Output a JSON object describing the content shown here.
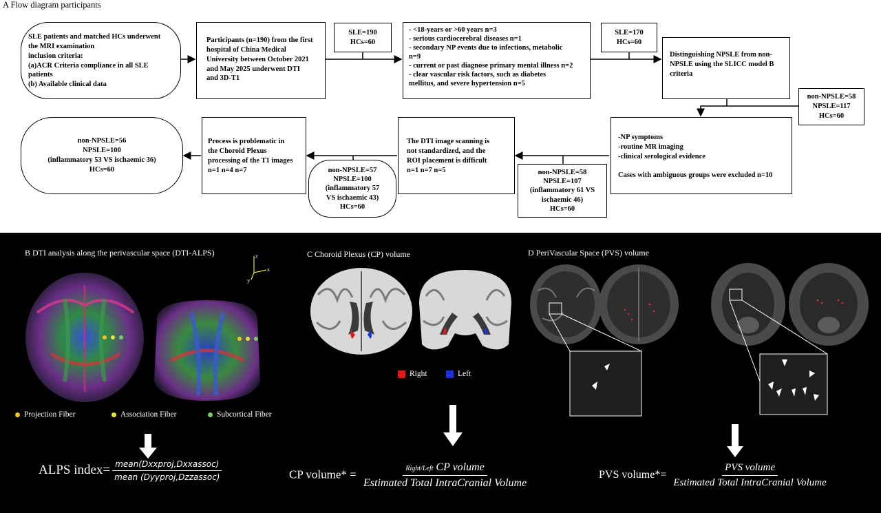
{
  "panel_a": {
    "title": "A  Flow diagram participants",
    "inclusion": [
      "SLE patients and matched HCs underwent",
      "the MRI examination",
      "inclusion criteria:",
      "(a)ACR Criteria compliance in all SLE",
      "patients",
      "(b) Available clinical data"
    ],
    "participants": [
      "Participants (n=190) from the first",
      "hospital of China Medical",
      "University between October 2021",
      "and May 2025 underwent DTI",
      "and 3D-T1"
    ],
    "count1": [
      "SLE=190",
      "HCs=60"
    ],
    "exclusion1": [
      "- <18-years or >60 years n=3",
      "- serious cardiocerebral diseases n=1",
      "- secondary NP events due to infections,  metabolic",
      "  n=9",
      "- current or past diagnose primary mental illness n=2",
      "- clear vascular risk factors, such as diabetes",
      "  mellitus, and severe hypertension  n=5"
    ],
    "count2": [
      "SLE=170",
      "HCs=60"
    ],
    "distinguish": [
      "Distinguishing NPSLE from non-",
      "NPSLE using the SLICC model B",
      "criteria"
    ],
    "count3": [
      "non-NPSLE=58",
      "NPSLE=117",
      "HCs=60"
    ],
    "exclusion2": [
      "-NP symptoms",
      "-routine MR imaging",
      "-clinical serological evidence",
      "",
      "Cases with ambiguous groups were excluded n=10"
    ],
    "count4": [
      "non-NPSLE=58",
      "NPSLE=107",
      "(inflammatory 61 VS",
      "ischaemic 46)",
      "HCs=60"
    ],
    "dti_issue": [
      "The DTI image scanning is",
      "not standardized, and the",
      "ROI placement is difficult",
      "n=1 n=7 n=5"
    ],
    "count5": [
      "non-NPSLE=57",
      "NPSLE=100",
      "(inflammatory 57",
      "VS ischaemic 43)",
      "HCs=60"
    ],
    "cp_issue": [
      "Process is problematic in",
      "the Choroid Plexus",
      "processing of the T1 images",
      "n=1 n=4 n=7"
    ],
    "final": [
      "non-NPSLE=56",
      "NPSLE=100",
      "(inflammatory 53 VS ischaemic 36)",
      "HCs=60"
    ]
  },
  "panel_b": {
    "title": "B  DTI analysis along the perivascular space (DTI-ALPS)",
    "axes": {
      "z": "z",
      "x": "x",
      "y": "y"
    },
    "legend": [
      {
        "label": "Projection Fiber",
        "color": "#f2c229"
      },
      {
        "label": "Association  Fiber",
        "color": "#e8e23a"
      },
      {
        "label": "Subcortical Fiber",
        "color": "#7cc96a"
      }
    ],
    "formula_lhs": "ALPS index=",
    "formula_num": "mean(Dxxproj,Dxxassoc)",
    "formula_den": "mean (Dyyproj,Dzzassoc)"
  },
  "panel_c": {
    "title": "C  Choroid Plexus (CP) volume",
    "legend": [
      {
        "label": "Right",
        "color": "#e01818"
      },
      {
        "label": "Left",
        "color": "#1a2fe0"
      }
    ],
    "formula_lhs": "CP volume* = ",
    "formula_num_sub": "Right/Left",
    "formula_num": " CP volume",
    "formula_den": "Estimated Total IntraCranial Volume"
  },
  "panel_d": {
    "title": "D  PeriVascular Space (PVS) volume",
    "formula_lhs": "PVS volume*= ",
    "formula_num": "PVS volume",
    "formula_den": "Estimated  Total IntraCranial Volume"
  }
}
